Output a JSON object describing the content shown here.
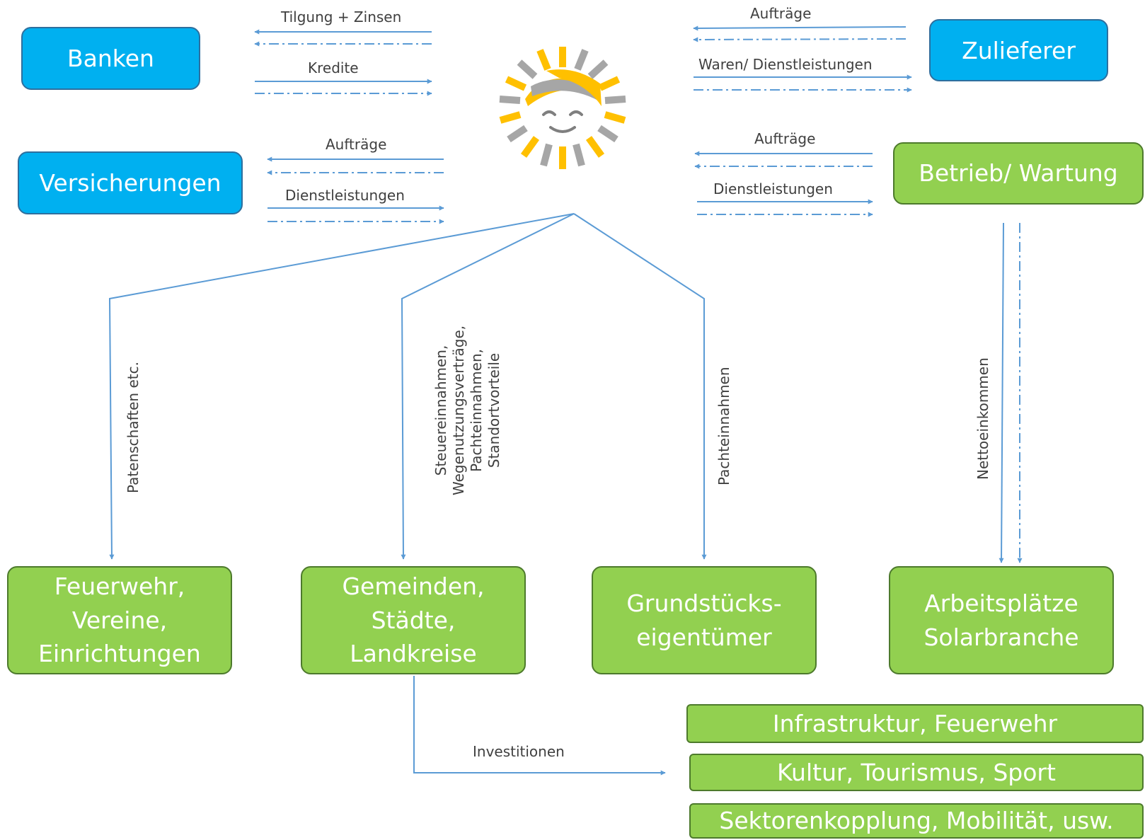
{
  "colors": {
    "blue_box": "#00b0f0",
    "green_box": "#92d050",
    "arrow": "#5b9bd5",
    "sun_yellow": "#ffc000",
    "sun_gray": "#a6a6a6"
  },
  "icons": {
    "center": "sun-face-logo-icon"
  },
  "boxes": {
    "banken": "Banken",
    "zulieferer": "Zulieferer",
    "versicherungen": "Versicherungen",
    "betrieb": "Betrieb/ Wartung",
    "feuerwehr": [
      "Feuerwehr,",
      "Vereine,",
      "Einrichtungen"
    ],
    "gemeinden": [
      "Gemeinden,",
      "Städte,",
      "Landkreise"
    ],
    "grundstueck": [
      "Grundstücks-",
      "eigentümer"
    ],
    "arbeitsplaetze": [
      "Arbeitsplätze",
      "Solarbranche"
    ],
    "infrastruktur": "Infrastruktur, Feuerwehr",
    "kultur": "Kultur, Tourismus, Sport",
    "sektoren": "Sektorenkopplung, Mobilität, usw."
  },
  "labels": {
    "tilgung": "Tilgung + Zinsen",
    "kredite": "Kredite",
    "auftraege_vers": "Aufträge",
    "dienst_vers": "Dienstleistungen",
    "auftraege_zul": "Aufträge",
    "waren": "Waren/ Dienstleistungen",
    "auftraege_betr": "Aufträge",
    "dienst_betr": "Dienstleistungen",
    "patenschaften": "Patenschaften etc.",
    "gemeinden_flow": [
      "Steuereinnahmen,",
      "Wegenutzungsverträge,",
      "Pachteinnahmen,",
      "Standortvorteile"
    ],
    "pacht": "Pachteinnahmen",
    "netto": "Nettoeinkommen",
    "investitionen": "Investitionen"
  }
}
